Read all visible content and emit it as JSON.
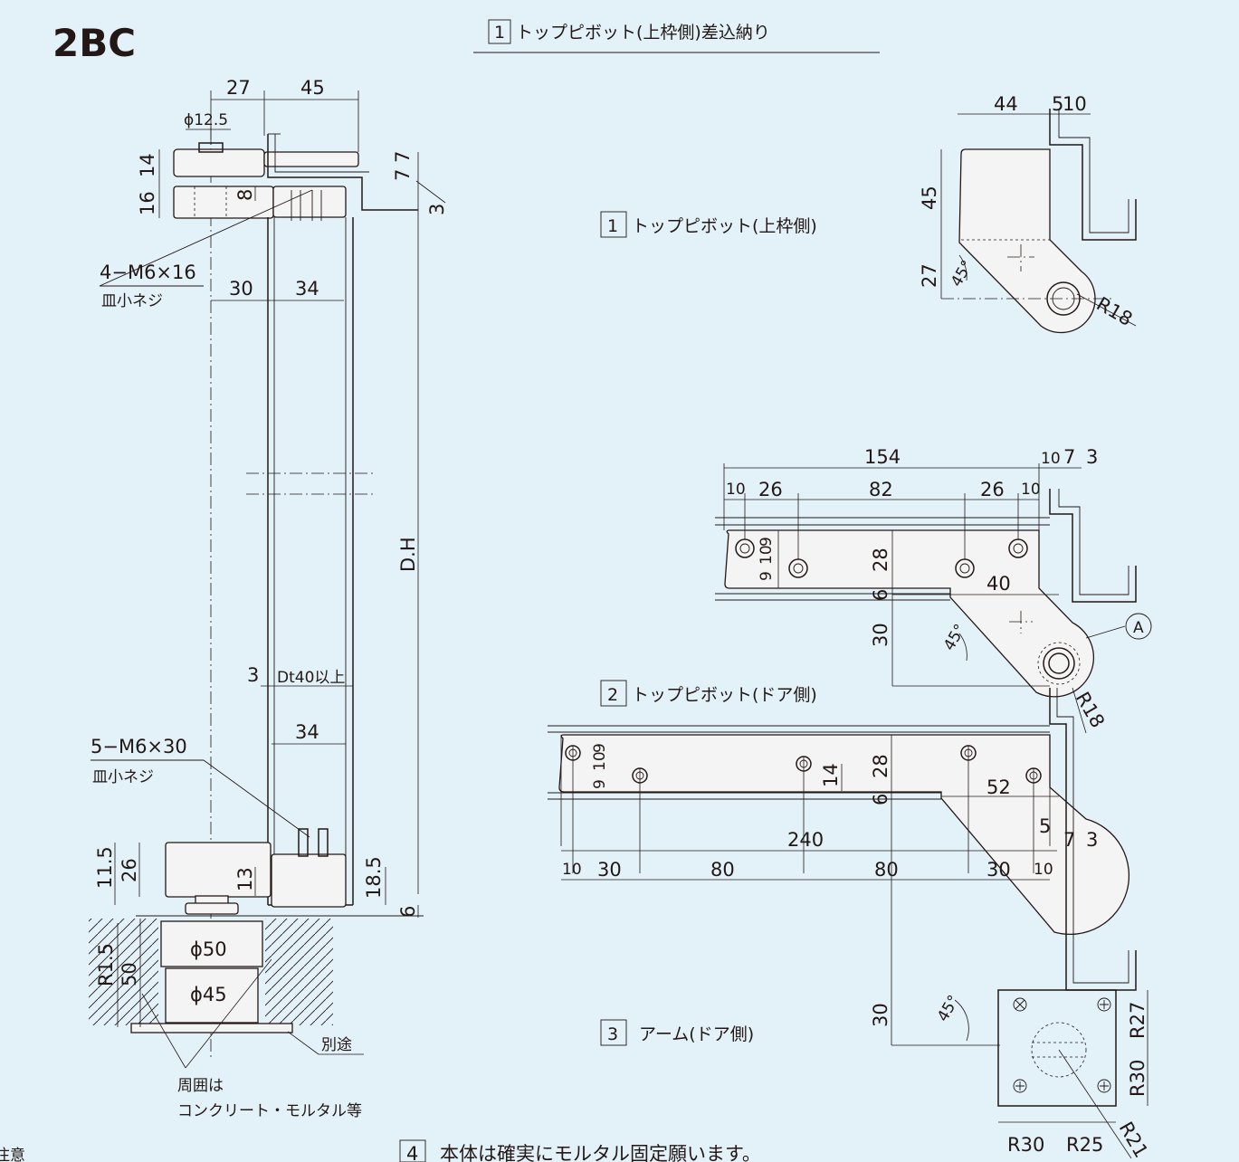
{
  "model_code": "2BC",
  "section_title": {
    "number": "1",
    "text": "トップピボット(上枠側)差込納り"
  },
  "views": {
    "top_pivot_frame": {
      "number": "1",
      "label": "トップピボット(上枠側)"
    },
    "top_pivot_door": {
      "number": "2",
      "label": "トップピボット(ドア側)"
    },
    "arm_door": {
      "number": "3",
      "label": "アーム(ドア側)"
    }
  },
  "notes": {
    "screws_top": "4−M6×16",
    "screws_top_type": "皿小ネジ",
    "screws_bottom": "5−M6×30",
    "screws_bottom_type": "皿小ネジ",
    "separate": "別途",
    "surround_1": "周囲は",
    "surround_2": "コンクリート・モルタル等",
    "door_thickness": "Dt40以上",
    "door_height": "D.H",
    "marker_a": "A"
  },
  "footer": {
    "number": "4",
    "text": "本体は確実にモルタル固定願います。",
    "left_partial": "注意"
  },
  "dims_main": {
    "d27": "27",
    "d45": "45",
    "phi125": "ϕ12.5",
    "d14": "14",
    "d16": "16",
    "d7a": "7",
    "d7b": "7",
    "d8": "8",
    "d3a": "3",
    "d30": "30",
    "d34a": "34",
    "d3b": "3",
    "d34b": "34",
    "d115": "11.5",
    "d26": "26",
    "d13": "13",
    "d185": "18.5",
    "d6": "6",
    "r15": "R1.5",
    "d50": "50",
    "phi50": "ϕ50",
    "phi45": "ϕ45"
  },
  "dims_frame": {
    "d44": "44",
    "d5": "5",
    "d10": "10",
    "d45": "45",
    "d27": "27",
    "ang": "45°",
    "r18": "R18"
  },
  "dims_door": {
    "d154": "154",
    "d10a": "10",
    "d26a": "26",
    "d82": "82",
    "d26b": "26",
    "d10b": "10",
    "d10c": "10",
    "d7": "7",
    "d3": "3",
    "d9a": "9",
    "d10v": "10",
    "d9b": "9",
    "d9c": "9",
    "d28": "28",
    "d40": "40",
    "d6": "6",
    "d30": "30",
    "ang": "45°",
    "r18": "R18"
  },
  "dims_arm": {
    "d240": "240",
    "d10a": "10",
    "d30a": "30",
    "d80a": "80",
    "d80b": "80",
    "d30b": "30",
    "d10b": "10",
    "d5": "5",
    "d7": "7",
    "d3": "3",
    "d9a": "9",
    "d10v": "10",
    "d9b": "9",
    "d14": "14",
    "d28": "28",
    "d52": "52",
    "d6": "6",
    "d30": "30",
    "ang": "45°",
    "p27": "R27",
    "p30v": "R30",
    "p30h": "R30",
    "p25": "R25",
    "r21": "R21"
  },
  "colors": {
    "background": "#e3f1f9",
    "ink": "#231815"
  }
}
